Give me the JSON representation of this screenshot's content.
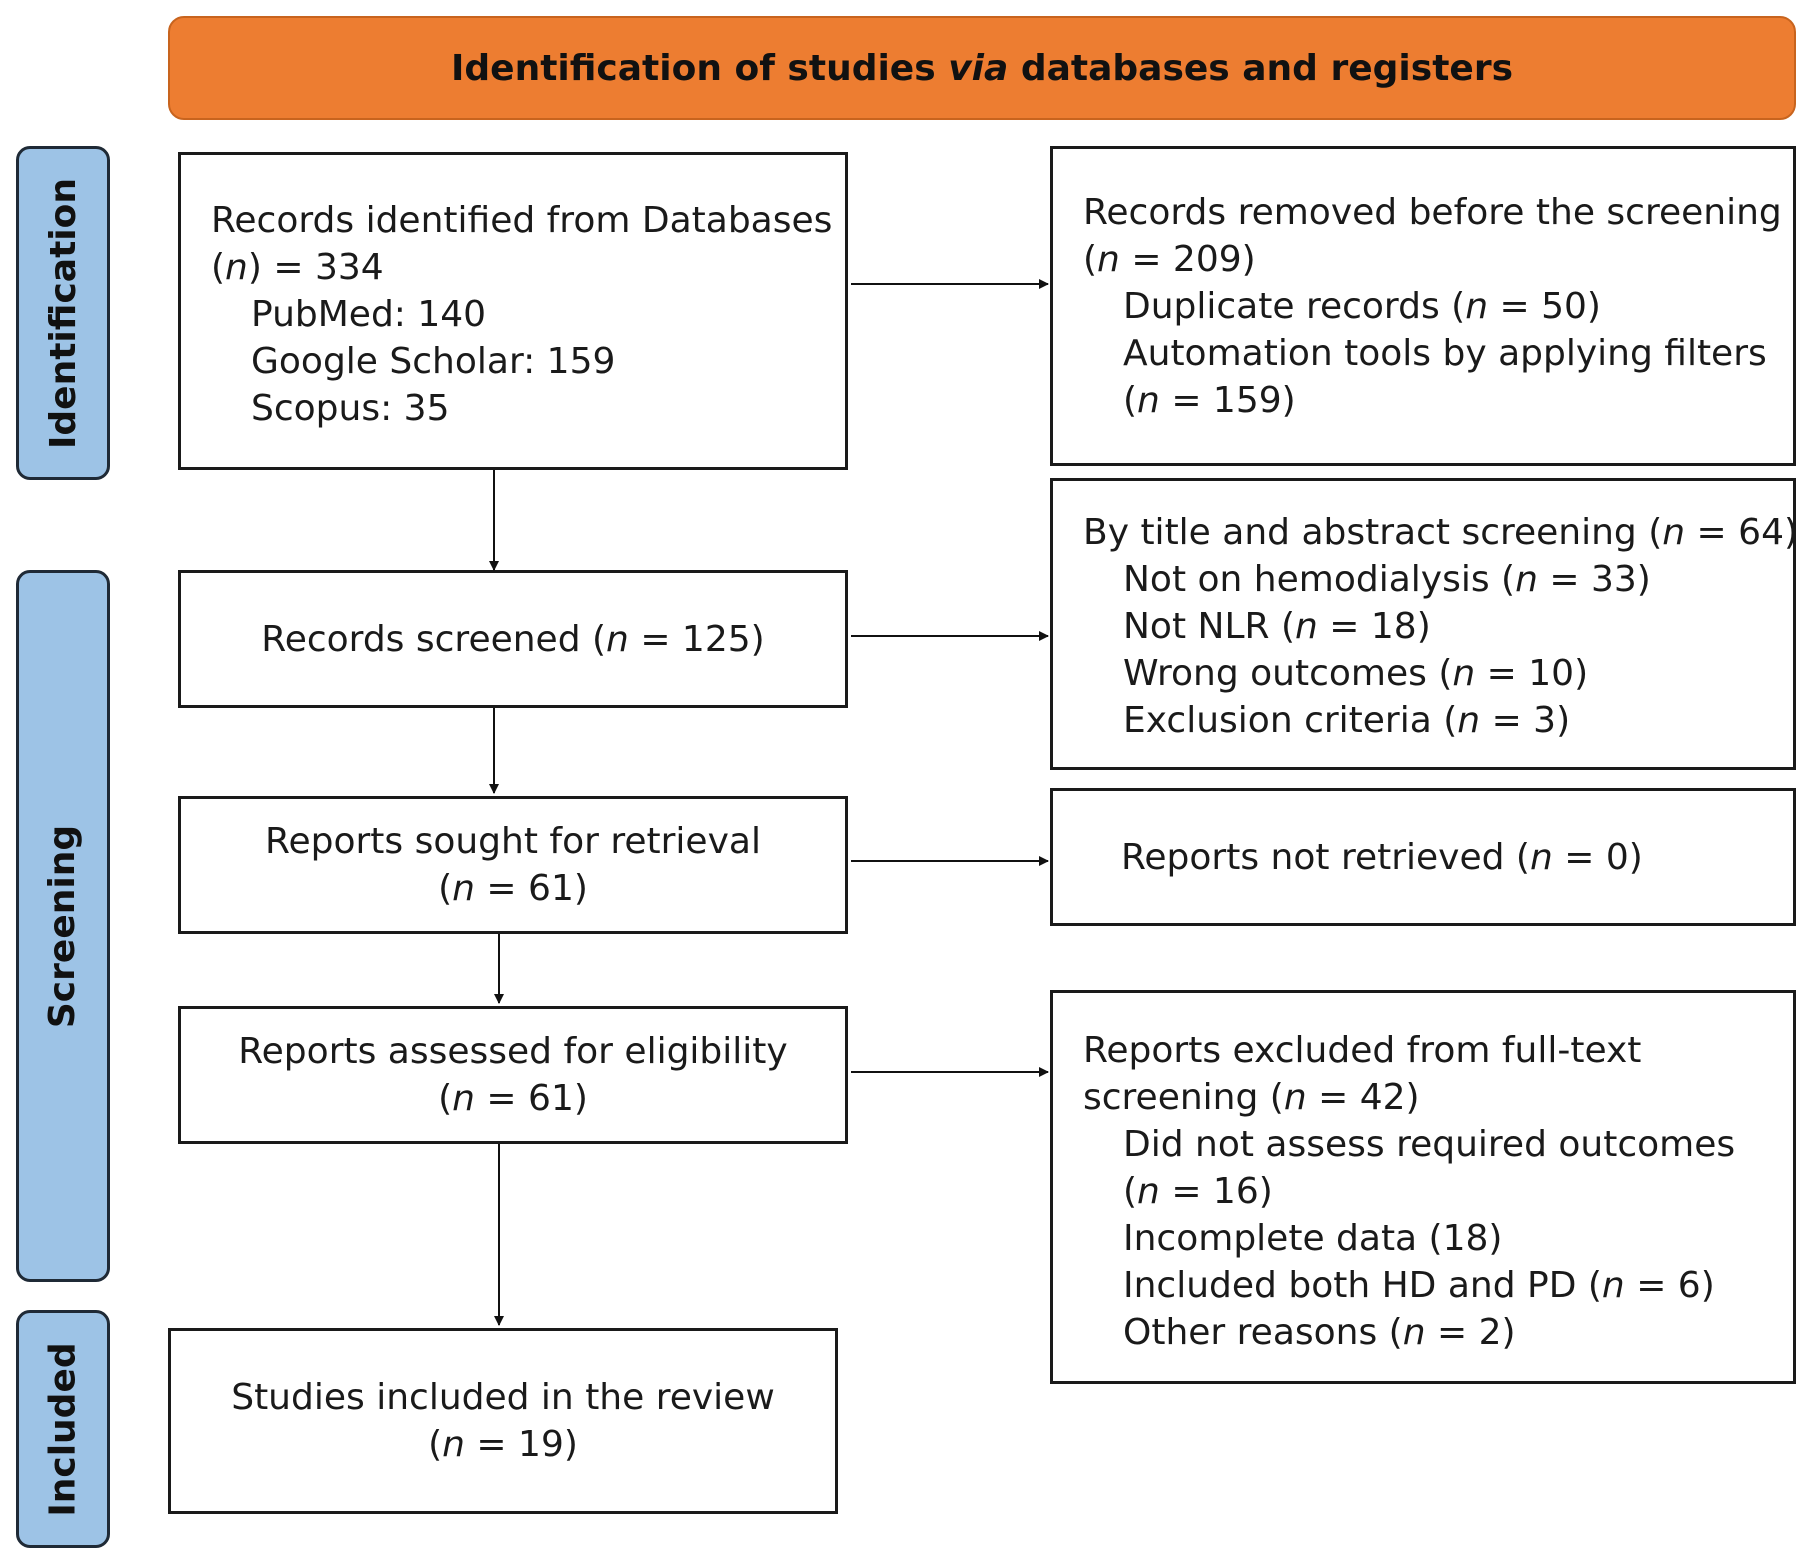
{
  "header": {
    "title_before": "Identification of studies ",
    "title_italic": "via",
    "title_after": " databases and registers",
    "color": "#ED7D31"
  },
  "stages": {
    "identification": "Identification",
    "screening": "Screening",
    "included": "Included",
    "color": "#9DC3E6"
  },
  "boxes": {
    "identified": {
      "line1": "Records identified from Databases",
      "line2_pre": "(",
      "line2_n": "n",
      "line2_post": ") = 334",
      "pubmed": "PubMed: 140",
      "google": "Google Scholar: 159",
      "scopus": "Scopus: 35"
    },
    "removed": {
      "line1": "Records removed before the screening",
      "line2_pre": "(",
      "line2_n": "n",
      "line2_post": " = 209)",
      "dup_pre": "Duplicate records (",
      "dup_post": " = 50)",
      "auto": "Automation tools by applying filters",
      "auto2_pre": "(",
      "auto2_post": " = 159)"
    },
    "screened": {
      "pre": "Records screened (",
      "post": " = 125)"
    },
    "excluded_title": {
      "line1_pre": "By title and abstract screening (",
      "line1_post": " = 64)",
      "hd_pre": "Not on hemodialysis (",
      "hd_post": " = 33)",
      "nlr_pre": "Not NLR (",
      "nlr_post": " = 18)",
      "wrong_pre": "Wrong outcomes (",
      "wrong_post": " = 10)",
      "excl_pre": "Exclusion criteria (",
      "excl_post": " = 3)"
    },
    "sought": {
      "line1": "Reports sought for retrieval",
      "line2_pre": "(",
      "line2_post": " = 61)"
    },
    "not_retrieved": {
      "pre": "Reports not retrieved (",
      "post": " = 0)"
    },
    "assessed": {
      "line1": "Reports assessed for eligibility",
      "line2_pre": "(",
      "line2_post": " = 61)"
    },
    "excluded_full": {
      "line1": "Reports excluded from full-text",
      "line2_pre": "screening (",
      "line2_post": " = 42)",
      "req": "Did not assess required outcomes",
      "req2_pre": "(",
      "req2_post": " = 16)",
      "incomplete": "Incomplete data (18)",
      "both_pre": "Included both HD and PD (",
      "both_post": " = 6)",
      "other_pre": "Other reasons (",
      "other_post": " = 2)"
    },
    "included": {
      "line1": "Studies included in the review",
      "line2_pre": "(",
      "line2_post": " = 19)"
    }
  },
  "n_symbol": "n"
}
